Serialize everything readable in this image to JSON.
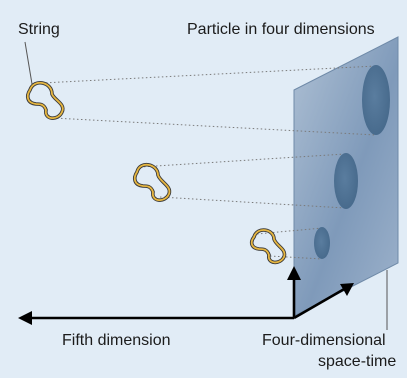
{
  "labels": {
    "string": "String",
    "particle": "Particle in four dimensions",
    "fifth_dimension": "Fifth dimension",
    "four_dimensional_line1": "Four-dimensional",
    "four_dimensional_line2": "space-time"
  },
  "colors": {
    "background": "#e1ecf6",
    "membrane": "#8fa8c4",
    "particle": "#5b7ea0",
    "string": "#e0b13a",
    "axis": "#000000"
  }
}
